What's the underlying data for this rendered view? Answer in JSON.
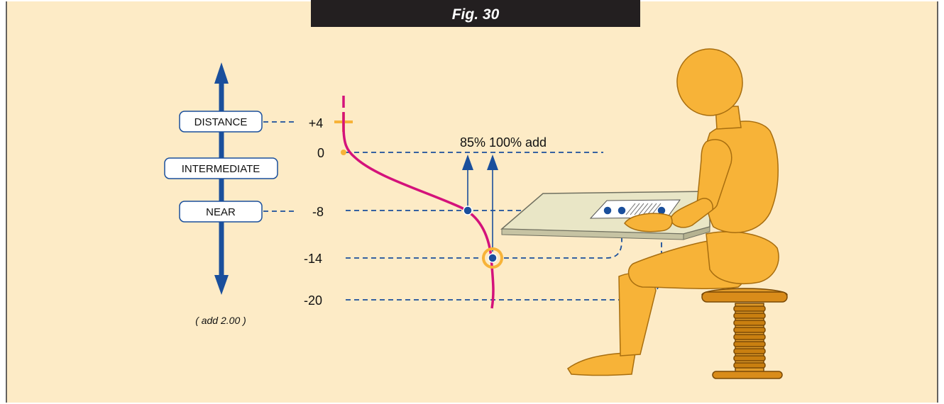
{
  "figure": {
    "title": "Fig. 30"
  },
  "zones": {
    "distance": "DISTANCE",
    "intermediate": "INTERMEDIATE",
    "near": "NEAR"
  },
  "scale": {
    "plus4": "+4",
    "zero": "0",
    "minus8": "-8",
    "minus14": "-14",
    "minus20": "-20"
  },
  "annotations": {
    "add_values": "85% 100% add",
    "add_note": "( add 2.00 )"
  },
  "colors": {
    "background": "#fdebc6",
    "title_bar": "#231f20",
    "accent_blue": "#1a4f9c",
    "curve_magenta": "#d4127b",
    "figure_orange": "#f7b338",
    "figure_outline": "#a86e0f"
  }
}
